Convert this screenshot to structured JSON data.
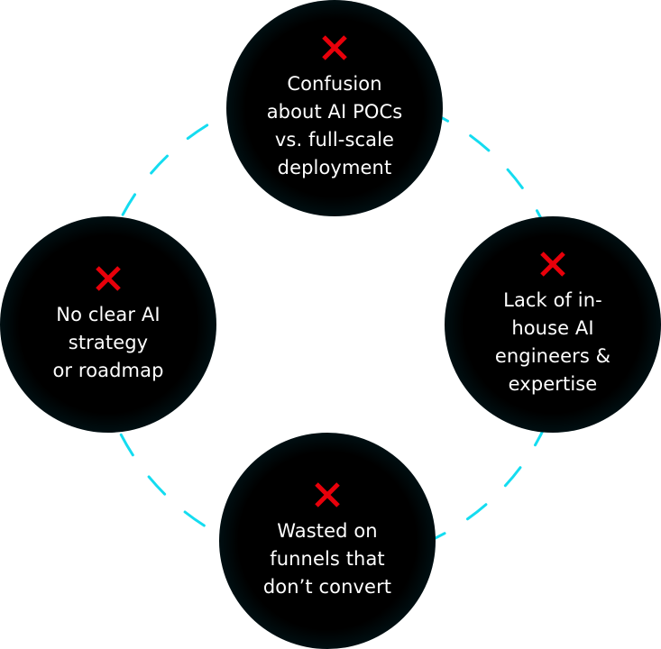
{
  "diagram": {
    "connector_color": "#14dcf0",
    "icon_color": "#e8000a",
    "nodes": [
      {
        "id": "top",
        "icon": "x-mark-icon",
        "label": "Confusion\nabout AI POCs\nvs. full-scale\ndeployment"
      },
      {
        "id": "right",
        "icon": "x-mark-icon",
        "label": "Lack of in-\nhouse AI\nengineers &\nexpertise"
      },
      {
        "id": "bottom",
        "icon": "x-mark-icon",
        "label": "Wasted on\nfunnels that\ndon’t convert"
      },
      {
        "id": "left",
        "icon": "x-mark-icon",
        "label": "No clear AI\nstrategy\nor roadmap"
      }
    ]
  }
}
